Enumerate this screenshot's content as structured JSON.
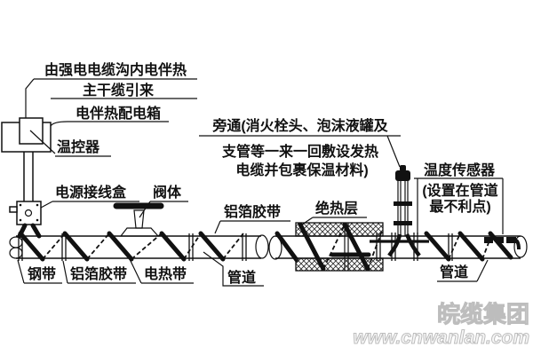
{
  "diagram": {
    "type": "pipe-electric-heat-tracing-installation-diagram",
    "labels": {
      "incoming_line1": "由强电电缆沟内电伴热",
      "incoming_line2": "主干缆引来",
      "distribution_box": "电伴热配电箱",
      "thermostat": "温控器",
      "power_junction_box": "电源接线盒",
      "valve_body": "阀体",
      "bypass_line1": "旁通(消火栓头、泡沫液罐及",
      "bypass_line2": "支管等一来一回敷设发热",
      "bypass_line3": "电缆并包裹保温材料)",
      "foil_tape_upper": "铝箔胶带",
      "insulation_layer": "绝热层",
      "temp_sensor": "温度传感器",
      "temp_sensor_note1": "(设置在管道",
      "temp_sensor_note2": "最不利点)",
      "steel_band": "钢带",
      "foil_tape_lower": "铝箔胶带",
      "heating_band": "电热带",
      "pipe_left": "管道",
      "pipe_right": "管道"
    },
    "watermark": {
      "company": "皖缆集团",
      "url": "www.cnwanlan.com"
    },
    "colors": {
      "line": "#111111",
      "background": "#ffffff",
      "watermark_fill": "#f7f7f7",
      "watermark_stroke": "#bdbdbd"
    }
  }
}
